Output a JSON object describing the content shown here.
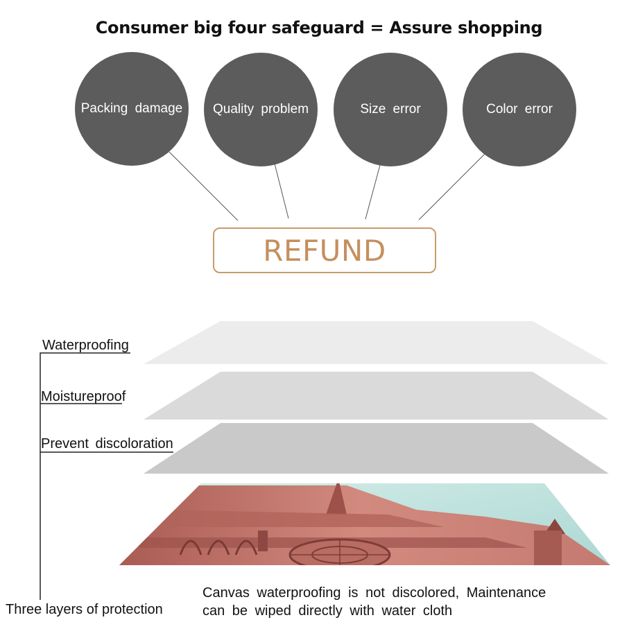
{
  "header": {
    "title": "Consumer big four safeguard = Assure shopping"
  },
  "safeguards": [
    {
      "label": "Packing damage"
    },
    {
      "label": "Quality problem"
    },
    {
      "label": "Size error"
    },
    {
      "label": "Color error"
    }
  ],
  "refund": {
    "label": "REFUND"
  },
  "layers": {
    "items": [
      {
        "label": "Waterproofing"
      },
      {
        "label": "Moistureproof"
      },
      {
        "label": "Prevent discoloration"
      }
    ],
    "summary": "Three layers of protection"
  },
  "caption": {
    "line1": "Canvas waterproofing is not discolored, Maintenance",
    "line2": "can be wiped directly with water cloth"
  },
  "colors": {
    "circle": "#5c5c5c",
    "refund_accent": "#c58f5d",
    "layer_top": "#ececec",
    "layer_mid": "#dcdcdc",
    "layer_bottom": "#cacaca",
    "sky": "#bfe0dc",
    "building": "#c77b70"
  }
}
